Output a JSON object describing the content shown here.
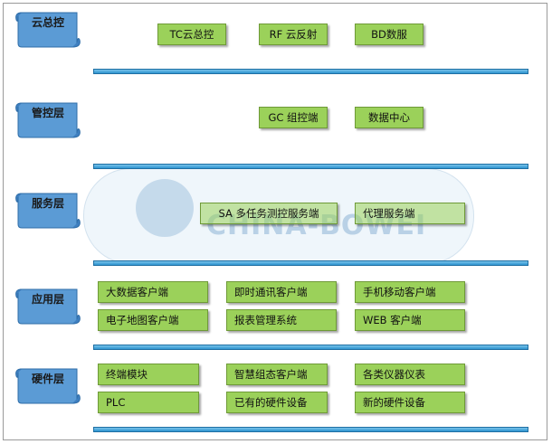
{
  "layers": [
    {
      "label": "云总控",
      "components": [
        "TC云总控",
        "RF 云反射",
        "BD数服"
      ]
    },
    {
      "label": "管控层",
      "components": [
        "GC 组控端",
        "数据中心"
      ]
    },
    {
      "label": "服务层",
      "components": [
        "SA 多任务测控服务端",
        "代理服务端"
      ]
    },
    {
      "label": "应用层",
      "components": [
        "大数据客户端",
        "即时通讯客户端",
        "手机移动客户端",
        "电子地图客户端",
        "报表管理系统",
        "WEB 客户端"
      ]
    },
    {
      "label": "硬件层",
      "components": [
        "终端模块",
        "智慧组态客户端",
        "各类仪器仪表",
        "PLC",
        "已有的硬件设备",
        "新的硬件设备"
      ]
    }
  ],
  "watermark": {
    "text": "CHINA-BOWEI",
    "logo": "globe-logo-icon"
  },
  "colors": {
    "box_fill": "#9bd15a",
    "bar_blue": "#2d93cf",
    "scroll_blue": "#5b9bd5"
  }
}
